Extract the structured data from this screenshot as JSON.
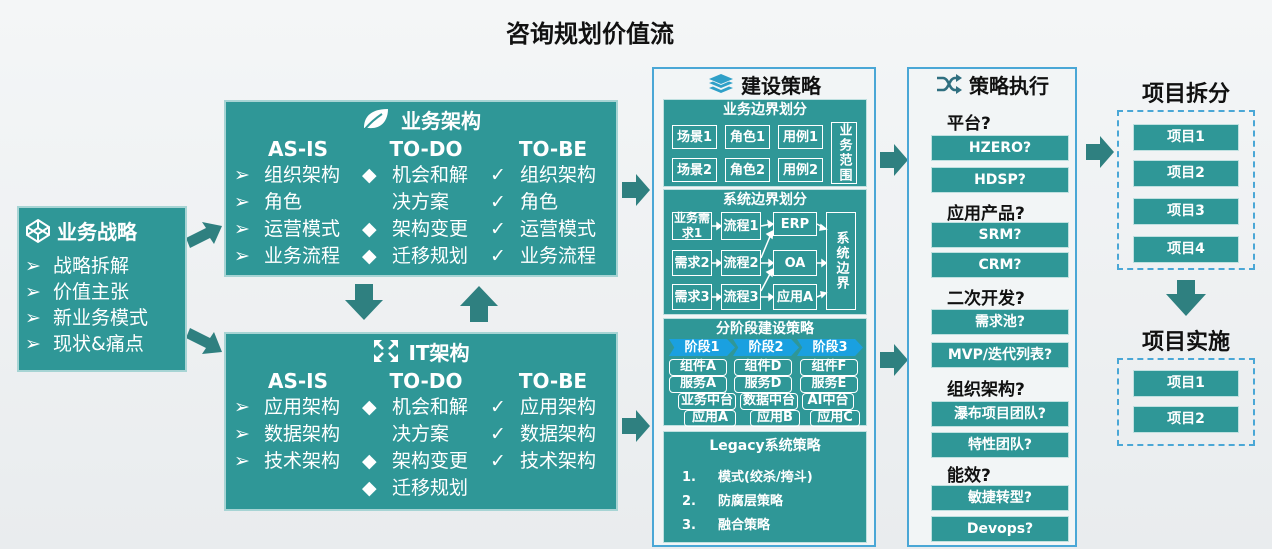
{
  "title": "咨询规划价值流",
  "strategy": {
    "title": "业务战略",
    "bullet": "➢",
    "items": [
      "战略拆解",
      "价值主张",
      "新业务模式",
      "现状&痛点"
    ]
  },
  "business_arch": {
    "title": "业务架构",
    "col_headers": [
      "AS-IS",
      "TO-DO",
      "TO-BE"
    ],
    "rows": [
      {
        "asis": "组织架构",
        "todo_mark": "◆",
        "todo": "机会和解",
        "tobe_mark": "✓",
        "tobe": "组织架构"
      },
      {
        "asis": "角色",
        "todo_mark": "",
        "todo": "决方案",
        "tobe_mark": "✓",
        "tobe": "角色"
      },
      {
        "asis": "运营模式",
        "todo_mark": "◆",
        "todo": "架构变更",
        "tobe_mark": "✓",
        "tobe": "运营模式"
      },
      {
        "asis": "业务流程",
        "todo_mark": "◆",
        "todo": "迁移规划",
        "tobe_mark": "✓",
        "tobe": "业务流程"
      }
    ]
  },
  "it_arch": {
    "title": "IT架构",
    "col_headers": [
      "AS-IS",
      "TO-DO",
      "TO-BE"
    ],
    "rows": [
      {
        "asis": "应用架构",
        "todo_mark": "◆",
        "todo": "机会和解",
        "tobe_mark": "✓",
        "tobe": "应用架构"
      },
      {
        "asis": "数据架构",
        "todo_mark": "",
        "todo": "决方案",
        "tobe_mark": "✓",
        "tobe": "数据架构"
      },
      {
        "asis": "技术架构",
        "todo_mark": "◆",
        "todo": "架构变更",
        "tobe_mark": "✓",
        "tobe": "技术架构"
      },
      {
        "asis": "",
        "todo_mark": "◆",
        "todo": "迁移规划",
        "tobe_mark": "",
        "tobe": ""
      }
    ]
  },
  "build": {
    "title": "建设策略",
    "biz_boundary": {
      "title": "业务边界划分",
      "rows": [
        [
          "场景1",
          "角色1",
          "用例1"
        ],
        [
          "场景2",
          "角色2",
          "用例2"
        ]
      ],
      "scope": "业务范围"
    },
    "sys_boundary": {
      "title": "系统边界划分",
      "needs": [
        "业务需求1",
        "需求2",
        "需求3"
      ],
      "flows": [
        "流程1",
        "流程2",
        "流程3"
      ],
      "apps": [
        "ERP",
        "OA",
        "应用A"
      ],
      "edge": "系统边界"
    },
    "phased": {
      "title": "分阶段建设策略",
      "stages": [
        "阶段1",
        "阶段2",
        "阶段3"
      ],
      "rows": [
        [
          "组件A",
          "组件D",
          "组件F"
        ],
        [
          "服务A",
          "服务D",
          "服务E"
        ],
        [
          "业务中台",
          "数据中台",
          "AI中台"
        ],
        [
          "应用A",
          "应用B",
          "应用C"
        ]
      ]
    },
    "legacy": {
      "title": "Legacy系统策略",
      "items": [
        {
          "num": "1.",
          "text": "模式(绞杀/挎斗)"
        },
        {
          "num": "2.",
          "text": "防腐层策略"
        },
        {
          "num": "3.",
          "text": "融合策略"
        }
      ]
    }
  },
  "exec": {
    "title": "策略执行",
    "groups": [
      {
        "label": "平台?",
        "items": [
          "HZERO?",
          "HDSP?"
        ]
      },
      {
        "label": "应用产品?",
        "items": [
          "SRM?",
          "CRM?"
        ]
      },
      {
        "label": "二次开发?",
        "items": [
          "需求池?",
          "MVP/迭代列表?"
        ]
      },
      {
        "label": "组织架构?",
        "items": [
          "瀑布项目团队?",
          "特性团队?"
        ]
      },
      {
        "label": "能效?",
        "items": [
          "敏捷转型?",
          "Devops?"
        ]
      }
    ]
  },
  "projects": {
    "split_title": "项目拆分",
    "split_items": [
      "项目1",
      "项目2",
      "项目3",
      "项目4"
    ],
    "impl_title": "项目实施",
    "impl_items": [
      "项目1",
      "项目2"
    ]
  },
  "colors": {
    "teal": "#2f9797",
    "blue_border": "#4aa7d6",
    "stage_blue": "#1aa0e0"
  }
}
